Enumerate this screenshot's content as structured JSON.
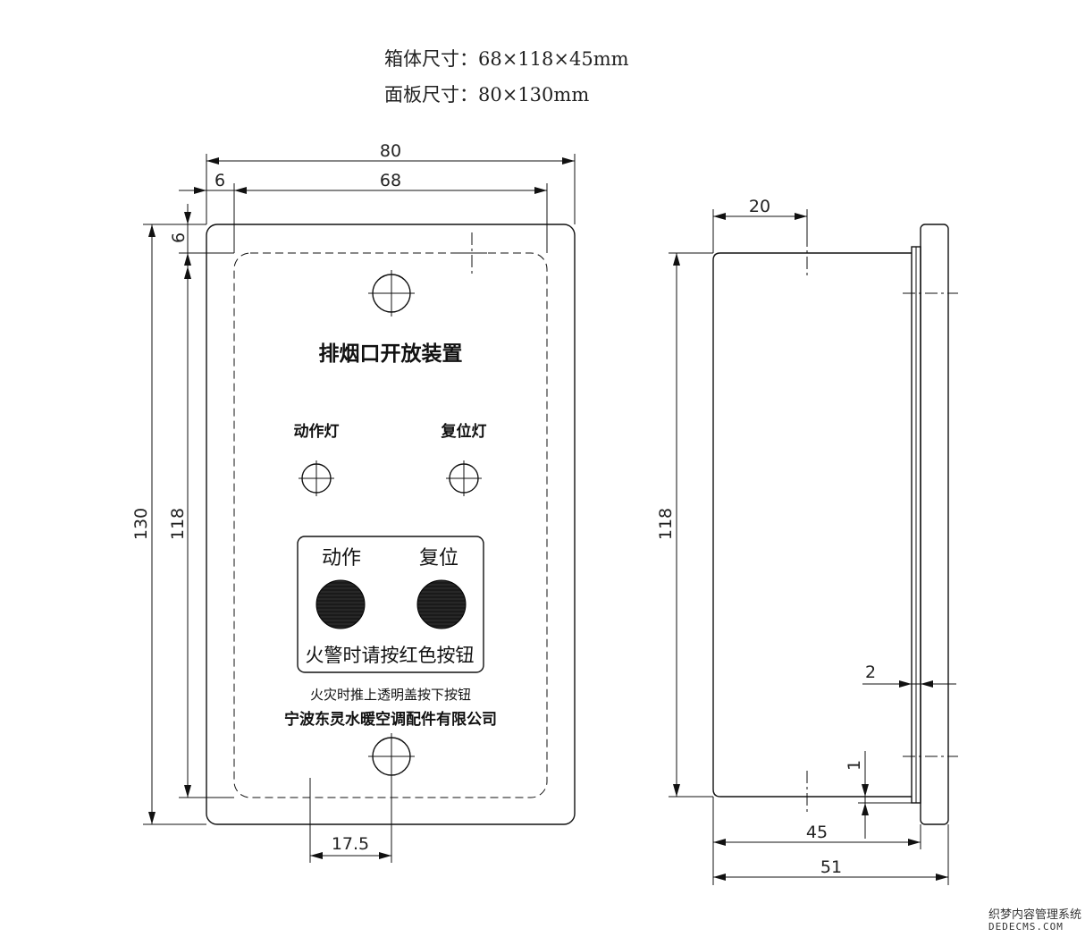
{
  "specs": {
    "box_size": "箱体尺寸：68×118×45mm",
    "panel_size": "面板尺寸：80×130mm"
  },
  "front_view": {
    "title": "排烟口开放装置",
    "indicator_left": "动作灯",
    "indicator_right": "复位灯",
    "button_left": "动作",
    "button_right": "复位",
    "button_note": "火警时请按红色按钮",
    "cover_note": "火灾时推上透明盖按下按钮",
    "company": "宁波东灵水暖空调配件有限公司"
  },
  "dimensions": {
    "panel_width": "80",
    "box_width": "68",
    "offset_x": "6",
    "offset_y": "6",
    "panel_height": "130",
    "box_height": "118",
    "hole_offset": "17.5",
    "side_height": "118",
    "side_top": "20",
    "side_flange": "2",
    "side_gap": "1",
    "side_depth_box": "45",
    "side_depth_total": "51"
  },
  "watermark": {
    "line1": "织梦内容管理系统",
    "line2": "DEDECMS.COM"
  }
}
